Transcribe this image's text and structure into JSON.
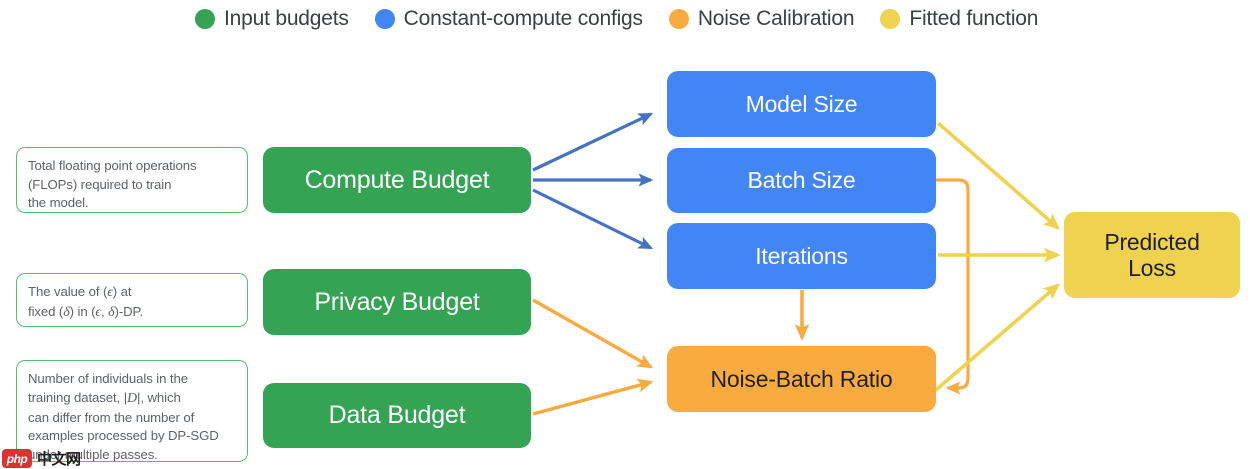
{
  "legend": {
    "items": [
      {
        "label": "Input budgets",
        "color": "#34a353",
        "icon": "legend-dot-green"
      },
      {
        "label": "Constant-compute configs",
        "color": "#4285f4",
        "icon": "legend-dot-blue"
      },
      {
        "label": "Noise Calibration",
        "color": "#f9ab40",
        "icon": "legend-dot-orange"
      },
      {
        "label": "Fitted function",
        "color": "#efd24e",
        "icon": "legend-dot-yellow"
      }
    ]
  },
  "notes": [
    {
      "id": "compute-budget-note",
      "line1": "Total floating point operations",
      "line2": "(FLOPs) required to train",
      "line3": "the model."
    },
    {
      "id": "privacy-budget-note",
      "line1_a": "The value of (",
      "line1_eps": "ϵ",
      "line1_b": ") at",
      "line2_a": "fixed (",
      "line2_delta": "δ",
      "line2_b": ") in (",
      "line2_eps": "ϵ",
      "line2_c": ", ",
      "line2_delta2": "δ",
      "line2_d": ")-DP."
    },
    {
      "id": "data-budget-note",
      "line1": "Number of individuals in the",
      "line2_a": "training dataset, |",
      "line2_d": "D",
      "line2_b": "|, which",
      "line3": "can differ from the number of",
      "line4": "examples processed by DP-SGD",
      "line5": "under multiple passes."
    }
  ],
  "nodes": {
    "inputs": [
      {
        "id": "compute-budget",
        "label": "Compute Budget",
        "color": "#34a353"
      },
      {
        "id": "privacy-budget",
        "label": "Privacy Budget",
        "color": "#34a353"
      },
      {
        "id": "data-budget",
        "label": "Data Budget",
        "color": "#34a353"
      }
    ],
    "configs": [
      {
        "id": "model-size",
        "label": "Model Size",
        "color": "#4285f4"
      },
      {
        "id": "batch-size",
        "label": "Batch Size",
        "color": "#4285f4"
      },
      {
        "id": "iterations",
        "label": "Iterations",
        "color": "#4285f4"
      }
    ],
    "calibration": {
      "id": "noise-batch-ratio",
      "label": "Noise-Batch Ratio",
      "color": "#f9ab40"
    },
    "output": {
      "id": "predicted-loss",
      "label_line1": "Predicted",
      "label_line2": "Loss",
      "color": "#efd24e"
    }
  },
  "edges": [
    {
      "id": "compute-to-model-size",
      "from": "Compute Budget",
      "to": "Model Size",
      "color": "#4573c4"
    },
    {
      "id": "compute-to-batch-size",
      "from": "Compute Budget",
      "to": "Batch Size",
      "color": "#4573c4"
    },
    {
      "id": "compute-to-iterations",
      "from": "Compute Budget",
      "to": "Iterations",
      "color": "#4573c4"
    },
    {
      "id": "privacy-to-noise-batch-ratio",
      "from": "Privacy Budget",
      "to": "Noise-Batch Ratio",
      "color": "#f9ab40"
    },
    {
      "id": "data-to-noise-batch-ratio",
      "from": "Data Budget",
      "to": "Noise-Batch Ratio",
      "color": "#f9ab40"
    },
    {
      "id": "iterations-to-noise-batch-ratio",
      "from": "Iterations",
      "to": "Noise-Batch Ratio",
      "color": "#f9ab40"
    },
    {
      "id": "batch-size-to-noise-batch-ratio",
      "from": "Batch Size",
      "to": "Noise-Batch Ratio",
      "color": "#f9ab40"
    },
    {
      "id": "model-size-to-predicted-loss",
      "from": "Model Size",
      "to": "Predicted Loss",
      "color": "#efd24e"
    },
    {
      "id": "iterations-to-predicted-loss",
      "from": "Iterations",
      "to": "Predicted Loss",
      "color": "#efd24e"
    },
    {
      "id": "noise-batch-ratio-to-predicted-loss",
      "from": "Noise-Batch Ratio",
      "to": "Predicted Loss",
      "color": "#efd24e"
    }
  ],
  "watermark": {
    "badge": "php",
    "text": "中文网"
  }
}
